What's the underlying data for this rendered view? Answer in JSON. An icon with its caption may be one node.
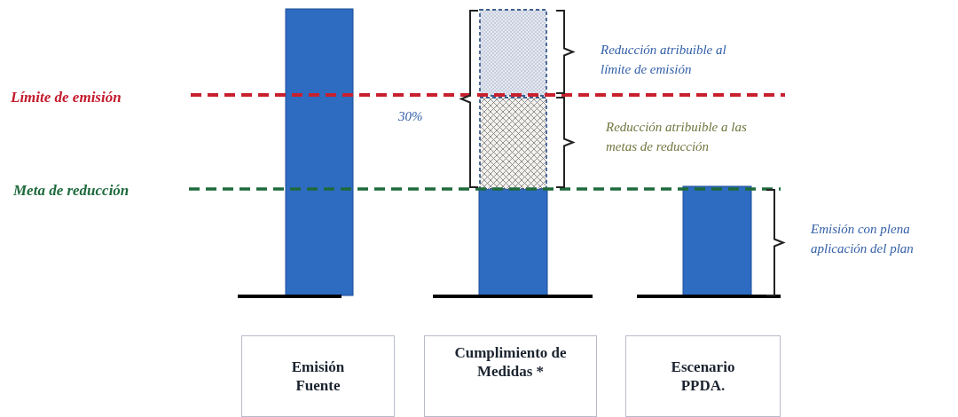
{
  "diagram": {
    "nodes": [
      {
        "text": [
          "Emisión Fuente"
        ]
      },
      {
        "text": [
          "Cumplimiento de Medidas *"
        ]
      },
      {
        "text": [
          "Escenario PPDA."
        ]
      }
    ],
    "labels": [
      "Límite de emisión",
      "Meta de reducción",
      "30%",
      "Reducción atribuible al límite de emisión",
      "Reducción atribuible a las metas de reducción",
      "Emisión con plena aplicación del plan"
    ]
  }
}
